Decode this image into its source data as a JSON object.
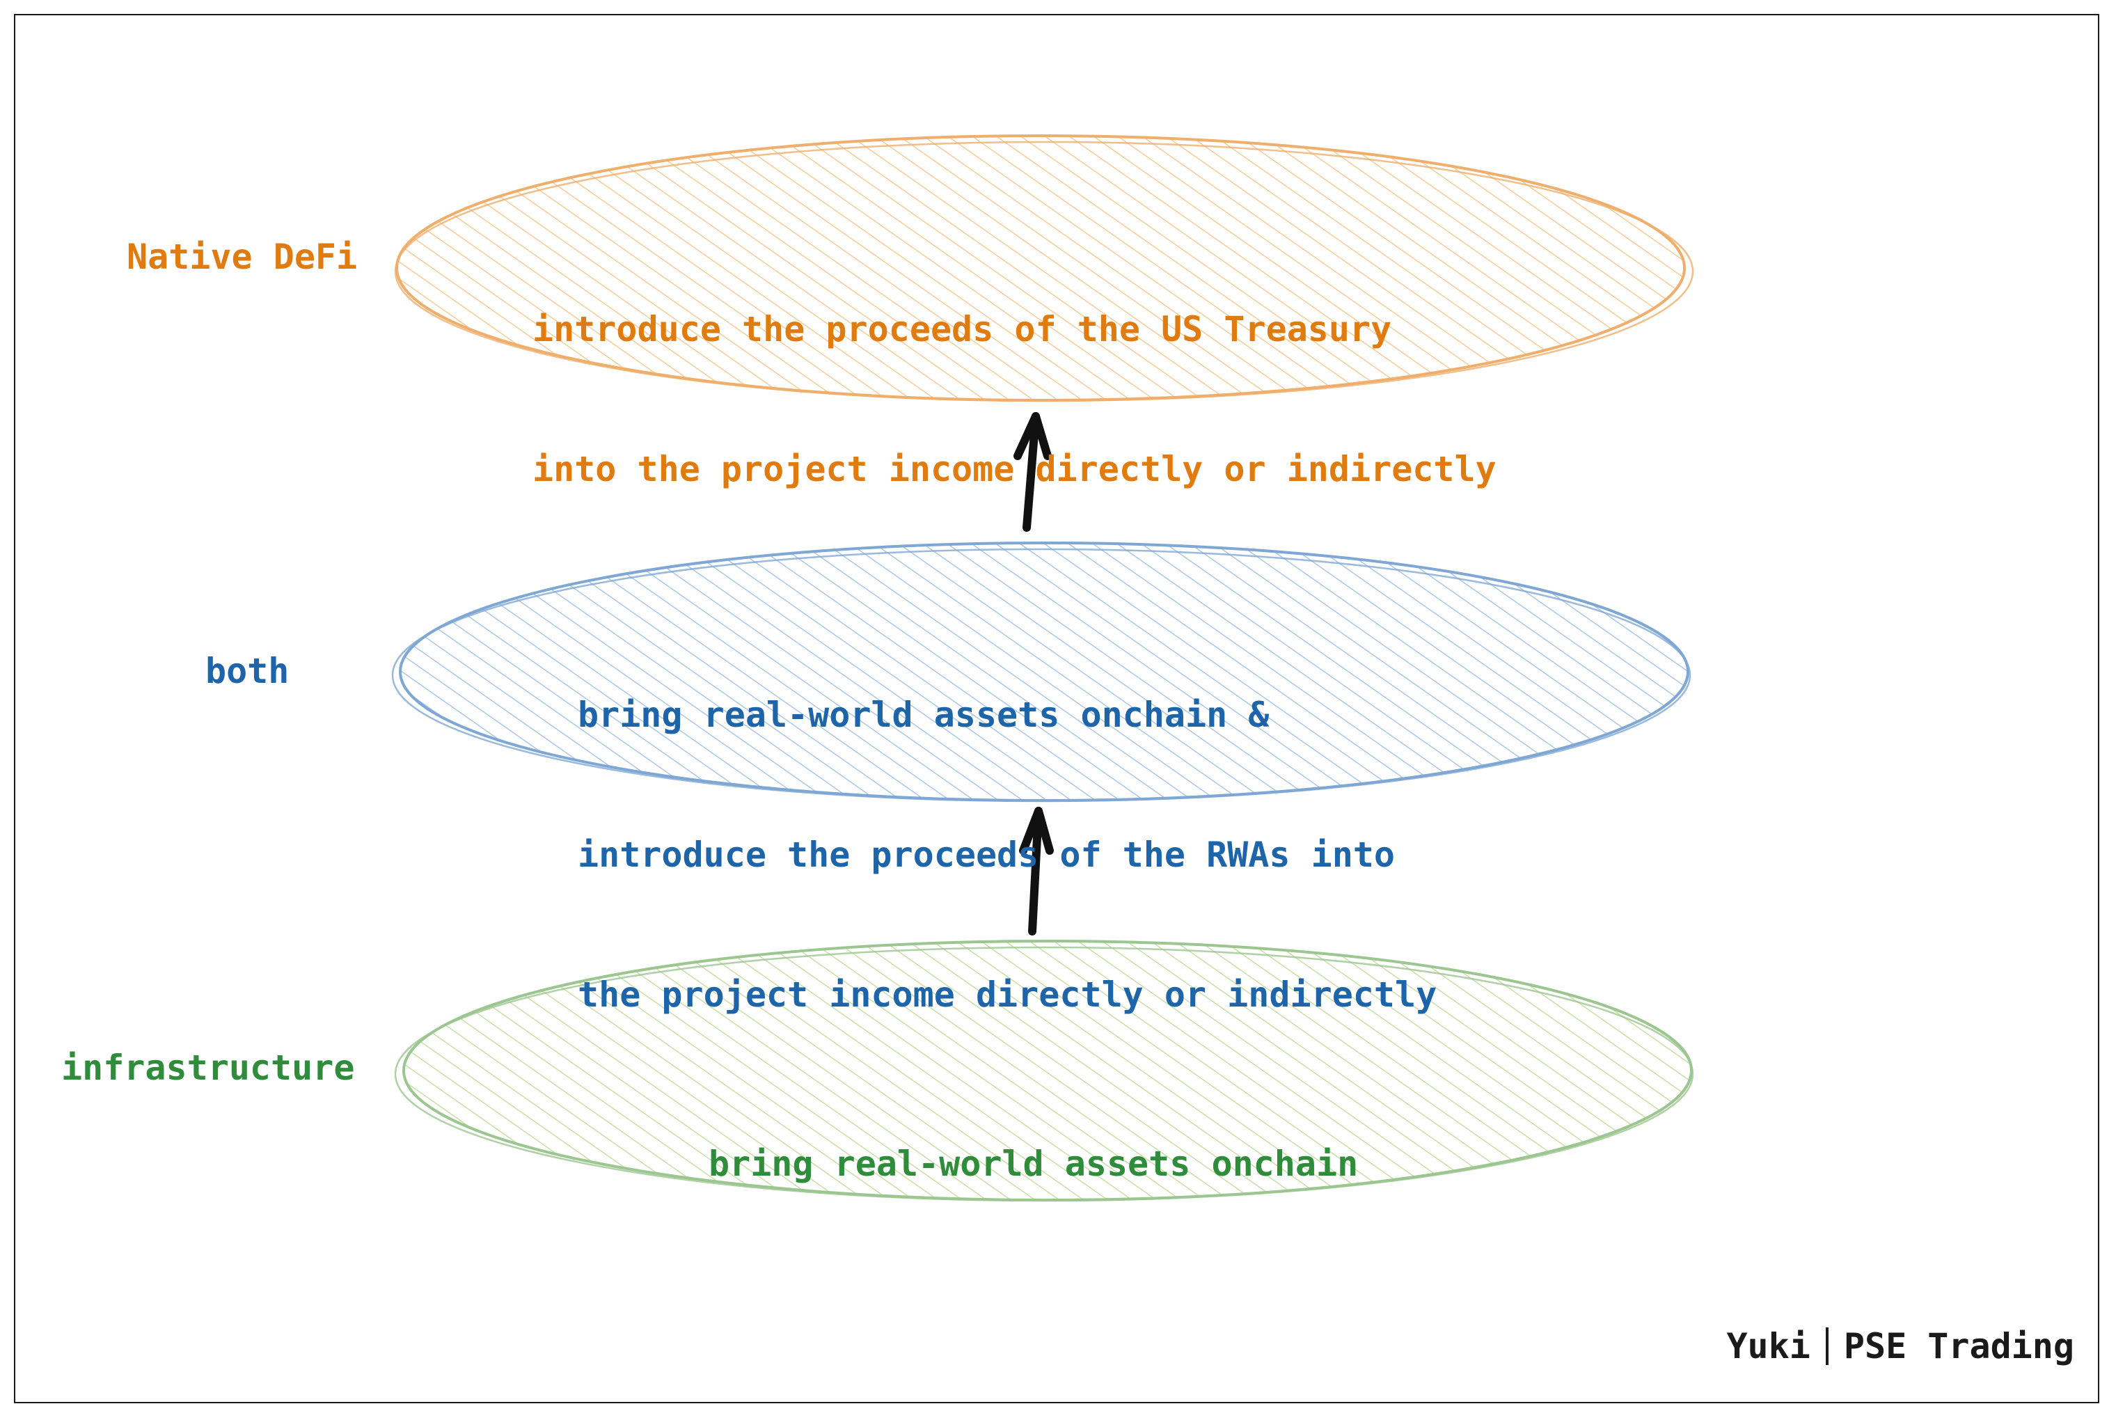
{
  "colors": {
    "orange_fill": "#f5c58a",
    "orange_stroke": "#efae6b",
    "orange_text": "#e07b10",
    "blue_fill": "#9ec1e6",
    "blue_stroke": "#7fa7d4",
    "blue_text": "#1d64a8",
    "green_fill": "#c2dc99",
    "green_stroke": "#9cc690",
    "green_text": "#2e8c3a",
    "arrow": "#111111",
    "frame": "#1a1a1a"
  },
  "tiers": [
    {
      "id": "native-defi",
      "label": "Native DeFi",
      "lines": [
        "introduce the proceeds of the US Treasury",
        "into the project income directly or indirectly"
      ]
    },
    {
      "id": "both",
      "label": "both",
      "lines": [
        "bring real-world assets onchain &",
        "introduce the proceeds of the RWAs into",
        "the project income directly or indirectly"
      ]
    },
    {
      "id": "infrastructure",
      "label": "infrastructure",
      "lines": [
        "bring real-world assets onchain"
      ]
    }
  ],
  "arrows": [
    {
      "from": "infrastructure",
      "to": "both",
      "icon": "arrow-up-icon"
    },
    {
      "from": "both",
      "to": "native-defi",
      "icon": "arrow-up-icon"
    }
  ],
  "credit": {
    "author": "Yuki",
    "org": "PSE Trading"
  }
}
